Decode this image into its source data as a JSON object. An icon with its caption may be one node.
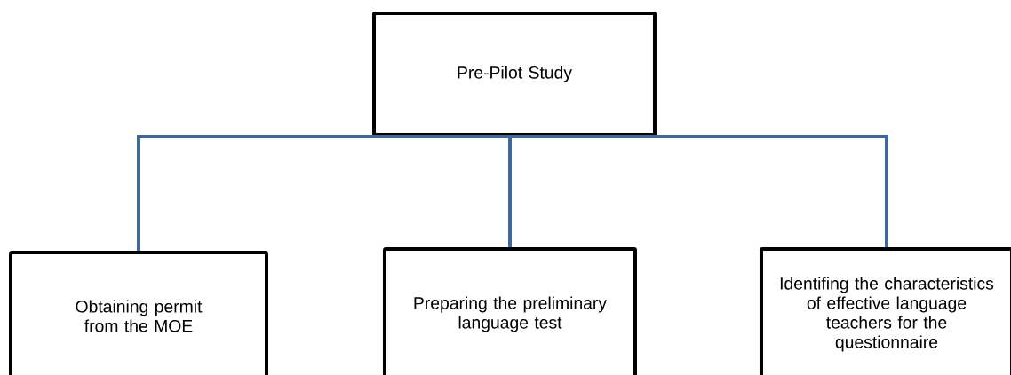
{
  "diagram": {
    "nodes": [
      {
        "text": [
          "Pre-Pilot Study"
        ]
      },
      {
        "text": [
          "Obtaining permit from the MOE"
        ]
      },
      {
        "text": [
          "Preparing the preliminary language test"
        ]
      },
      {
        "text": [
          "Identifing the characteristics of effective language teachers for the questionnaire"
        ]
      }
    ],
    "edges": [
      {
        "from": 0,
        "to": 1,
        "arrow": "none"
      },
      {
        "from": 0,
        "to": 2,
        "arrow": "none"
      },
      {
        "from": 0,
        "to": 3,
        "arrow": "none"
      }
    ]
  }
}
